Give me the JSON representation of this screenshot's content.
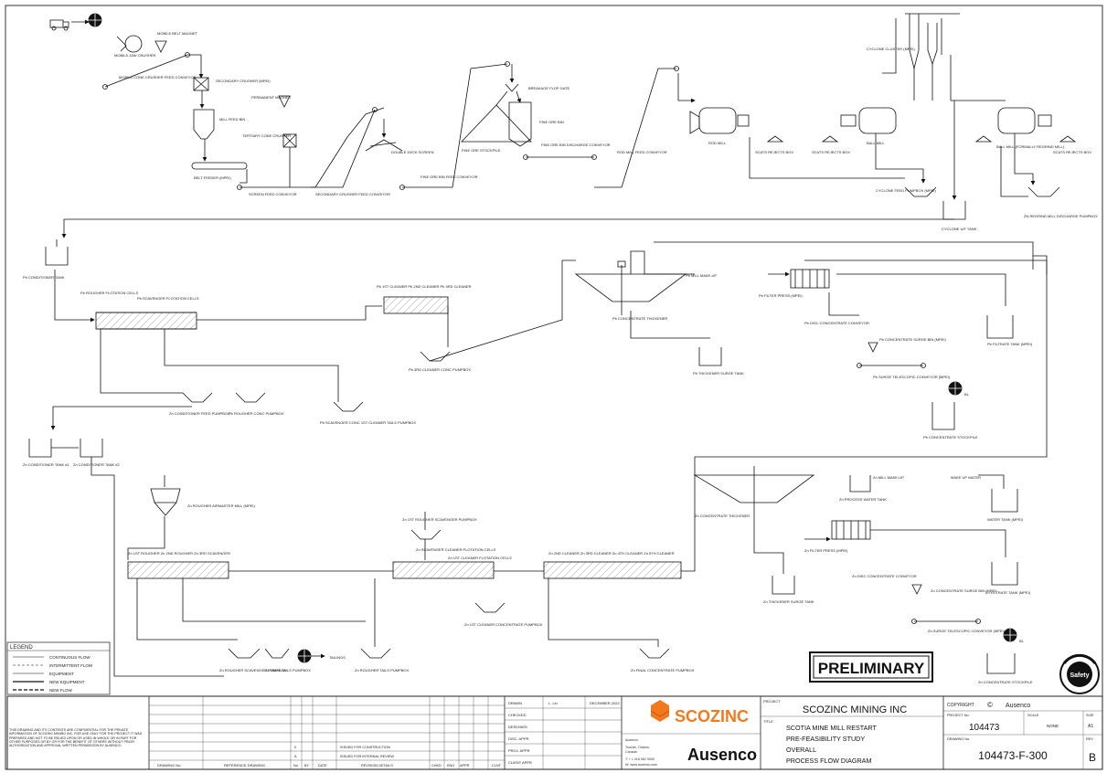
{
  "drawing": {
    "labels": {
      "mobile_jaw_crusher": "MOBILE JAW CRUSHER",
      "mobile_belt_magnet": "MOBILE BELT MAGNET",
      "mobile_cone_feed_conv": "MOBILE CONE CRUSHER FEED CONVEYOR",
      "secondary_crusher": "SECONDARY CRUSHER (MPEI)",
      "mill_feed_bin": "MILL FEED BIN",
      "tertiary_cone_crusher": "TERTIARY CONE CRUSHER",
      "belt_feeder": "BELT FEEDER (MPEI)",
      "screen_feed_conveyor": "SCREEN FEED CONVEYOR",
      "secondary_crusher_feed_conveyor": "SECONDARY CRUSHER FEED CONVEYOR",
      "double_deck_screen": "DOUBLE DECK SCREEN",
      "permanent_magnet": "PERMANENT MAGNET",
      "fine_ore_bin_feed_conveyor": "FINE ORE BIN FEED CONVEYOR",
      "breakage_flop_gate": "BREAKAGE FLOP GATE",
      "fine_ore_stockpile": "FINE ORE STOCKPILE",
      "fine_ore_bin": "FINE ORE BIN",
      "fine_ore_bin_discharge_conveyor": "FINE ORE BIN DISCHARGE CONVEYOR",
      "rod_mill_feed_conveyor": "ROD MILL FEED CONVEYOR",
      "cyclone_cluster": "CYCLONE CLUSTER (MPEI)",
      "rod_mill": "ROD MILL",
      "ball_mill": "BALL MILL",
      "ball_mill_regrind": "BALL MILL (FORMALLY REGRIND MILL)",
      "scats_reject_box": "SCATS REJECTS BOX",
      "cyclone_feed_pump": "CYCLONE FEED PUMPBOX (MPEI)",
      "cyclone_u_f_tank": "CYCLONE U/F TANK",
      "zn_regrind_mill_discharge_pumpbox": "ZN REGRIND MILL DISCHARGE PUMPBOX",
      "pb_conditioner_tank": "Pb CONDITIONER TANK",
      "pb_rougher_flotation_cells": "Pb ROUGHER FLOTATION CELLS",
      "pb_scavenger_flotation_cells": "Pb SCAVENGER FLOTATION CELLS",
      "pb_cleaners": "Pb 1ST CLEANER   Pb 2ND CLEANER   Pb 3RD CLEANER",
      "pb_cleaner_conc_pumpbox": "Pb 3RD CLEANER CONC PUMPBOX",
      "pb_mill_make_up": "Pb MILL MAKE-UP",
      "pb_concentrate_thickener": "Pb CONCENTRATE THICKENER",
      "pb_filter_press": "Pb FILTER PRESS (MPEI)",
      "pb_concentrate_conveyor": "Pb DISC CONCENTRATE CONVEYOR",
      "pb_conc_surge_bin": "Pb CONCENTRATE SURGE BIN (MPEI)",
      "pb_filtrate_tank": "Pb FILTRATE TANK (MPEI)",
      "pb_thickener_surge_tank": "Pb THICKENER SURGE TANK",
      "pb_telescopic_conveyor": "Pb SURGE TELESCOPIC CONVEYOR (MPEI)",
      "pb_conc_stockpile": "Pb CONCENTRATE STOCKPILE",
      "zn_conditioner_feed_pumpbox": "Zn CONDITIONER FEED PUMPBOX",
      "pb_rougher_conc_pumpbox": "Pb ROUGHER CONC PUMPBOX",
      "pb_scavenger_cleaner_tails": "Pb SCAVENGER CONC 1ST CLEANER TAILS PUMPBOX",
      "zn_conditioner_tank_1": "Zn CONDITIONER TANK #1",
      "zn_conditioner_tank_2": "Zn CONDITIONER TANK #2",
      "zn_rougher_airmaster_mill": "Zn ROUGHER AIRMASTER MILL (MPEI)",
      "zn_rougher_scavenger": "Zn 1ST ROUGHER   Zn 2ND ROUGHER   Zn 3RD SCAVENGER",
      "zn_rougher_scavenger_pumpbox": "Zn 1ST ROUGHER SCAVENGER PUMPBOX",
      "zn_scavenger_cleaner": "Zn SCAVENGER CLEANER FLOTATION CELLS",
      "zn_1st_cleaner_flotation": "Zn 1ST CLEANER FLOTATION CELLS",
      "zn_cleaner_conc_pumpbox": "Zn 1ST CLEANER CONCENTRATE PUMPBOX",
      "zn_cleaners": "Zn 2ND CLEANER   Zn 3RD CLEANER   Zn 4TH CLEANER   Zn 5TH CLEANER",
      "zn_final_conc_pumpbox": "Zn FINAL CONCENTRATE PUMPBOX",
      "zn_rougher_scavenger_pumpbox2": "Zn ROUGHER SCAVENGER PUMPBOX",
      "zn_final_tails_pump": "Zn FINAL TAILS PUMPBOX",
      "zn_rougher_tails_pumpbox": "Zn ROUGHER TAILS PUMPBOX",
      "tailings": "TAILINGS",
      "zn_mill_make_up": "Zn MILL MAKE-UP",
      "zn_conc_thickener": "Zn CONCENTRATE THICKENER",
      "zn_process_water_tank": "Zn PROCESS WATER TANK",
      "make_up_water": "MAKE UP WATER",
      "water_tank": "WATER TANK (MPEI)",
      "zn_filter_press": "Zn FILTER PRESS (MPEI)",
      "zn_disc_concentrate_conveyor": "Zn DISC CONCENTRATE CONVEYOR",
      "zn_thickener_surge_tank": "Zn THICKENER SURGE TANK",
      "zn_conc_surge_bin": "Zn CONCENTRATE SURGE BIN (MPEI)",
      "zn_filtrate_tank": "Zn FILTRATE TANK (MPEI)",
      "zn_telescopic_conveyor": "Zn SURGE TELESCOPIC CONVEYOR (MPEI)",
      "zn_conc_stockpile": "Zn CONCENTRATE STOCKPILE",
      "bl": "BL"
    },
    "preliminary": "PRELIMINARY",
    "legend": {
      "title": "LEGEND",
      "items": [
        "CONTINUOUS FLOW",
        "INTERMITTENT FLOW",
        "EQUIPMENT",
        "NEW EQUIPMENT",
        "NEW FLOW"
      ]
    }
  },
  "title_block": {
    "confidential": "THIS DRAWING AND ITS CONTENTS ARE CONFIDENTIAL FOR THE PRIVATE INFORMATION OF SCOZINC MINING INC. FOR USE ONLY FOR THE PROJECT IT WAS PREPARED AND NOT TO BE RELIED UPON OR USED IN WHOLE OR IN PART FOR OTHER PURPOSES OR BY OR FOR THE BENEFIT OF OTHERS WITHOUT PRIOR AUTHORIZATION AND APPROVAL WRITTEN PERMISSION BY AUSENCO.",
    "ref_headers": [
      "DRAWING No.",
      "REFERENCE DRAWING"
    ],
    "rev_headers": [
      "No.",
      "BY",
      "DATE",
      "REVISION DETAILS",
      "CHKD",
      "ENG",
      "APPR",
      "CLNT"
    ],
    "rev_rows": [
      [
        "0",
        "",
        "",
        "ISSUED FOR CONSTRUCTION",
        "",
        "",
        "",
        ""
      ],
      [
        "A",
        "",
        "",
        "ISSUED FOR INTERNAL REVIEW",
        "",
        "",
        "",
        ""
      ]
    ],
    "approvals": [
      {
        "role": "DRAWN",
        "by": "L. Lin",
        "date": "DECEMBER 2022"
      },
      {
        "role": "CHECKED",
        "by": "",
        "date": ""
      },
      {
        "role": "DESIGNED",
        "by": "",
        "date": ""
      },
      {
        "role": "DISC. APPR",
        "by": "",
        "date": ""
      },
      {
        "role": "PROJ. APPR",
        "by": "",
        "date": ""
      },
      {
        "role": "CLIENT APPR",
        "by": "",
        "date": ""
      }
    ],
    "client_logo": "SCOZINC",
    "consultant_logo": "Ausenco",
    "consultant_address": [
      "Ausenco",
      "Toronto, Ontario,",
      "Canada",
      "T: + 1 416 962 9000",
      "W: www.ausenco.com"
    ],
    "project_label": "PROJECT",
    "project": "SCOZINC MINING INC",
    "title_label": "TITLE",
    "title_lines": [
      "SCOTIA MINE MILL RESTART",
      "PRE-FEASIBILITY STUDY",
      "OVERALL",
      "PROCESS FLOW DIAGRAM"
    ],
    "copyright_label": "COPYRIGHT",
    "copyright_symbol": "©",
    "copyright_holder": "Ausenco",
    "project_no_label": "PROJECT No.",
    "project_no": "104473",
    "scale_label": "SCALE",
    "scale": "NONE",
    "size_label": "SIZE",
    "size": "A1",
    "drawing_no_label": "DRAWING No.",
    "drawing_no": "104473-F-300",
    "rev_label": "REV",
    "rev": "B",
    "safety_logo": "Safety"
  }
}
